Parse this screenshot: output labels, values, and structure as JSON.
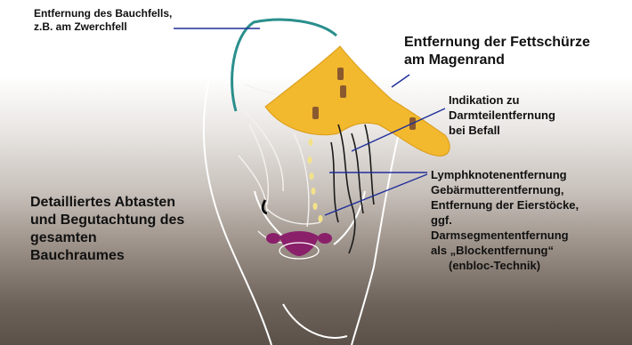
{
  "labels": {
    "bauchfell": [
      "Entfernung des Bauchfells,",
      "z.B. am Zwerchfell"
    ],
    "fettschuerze": [
      "Entfernung der Fettschürze",
      "am Magenrand"
    ],
    "darmteil": [
      "Indikation zu",
      "Darmteilentfernung",
      "bei Befall"
    ],
    "lymph": [
      "Lymphknotenentfernung",
      "Gebärmutterentfernung,",
      "Entfernung der Eierstöcke,",
      "ggf.",
      "Darmsegmententfernung",
      "als „Blockentfernung“",
      "(enbloc-Technik)"
    ],
    "abtasten": [
      "Detailliertes Abtasten",
      "und Begutachtung des",
      "gesamten",
      "Bauchraumes"
    ]
  },
  "colors": {
    "omentum": "#f2b82e",
    "peritoneum": "#2a8f8c",
    "leader_line": "#1f2f9a",
    "uterus": "#8a1f6a",
    "lymph_nodes": "#f3e28a",
    "tumor": "#8a5a2e",
    "outline": "#ffffff"
  }
}
